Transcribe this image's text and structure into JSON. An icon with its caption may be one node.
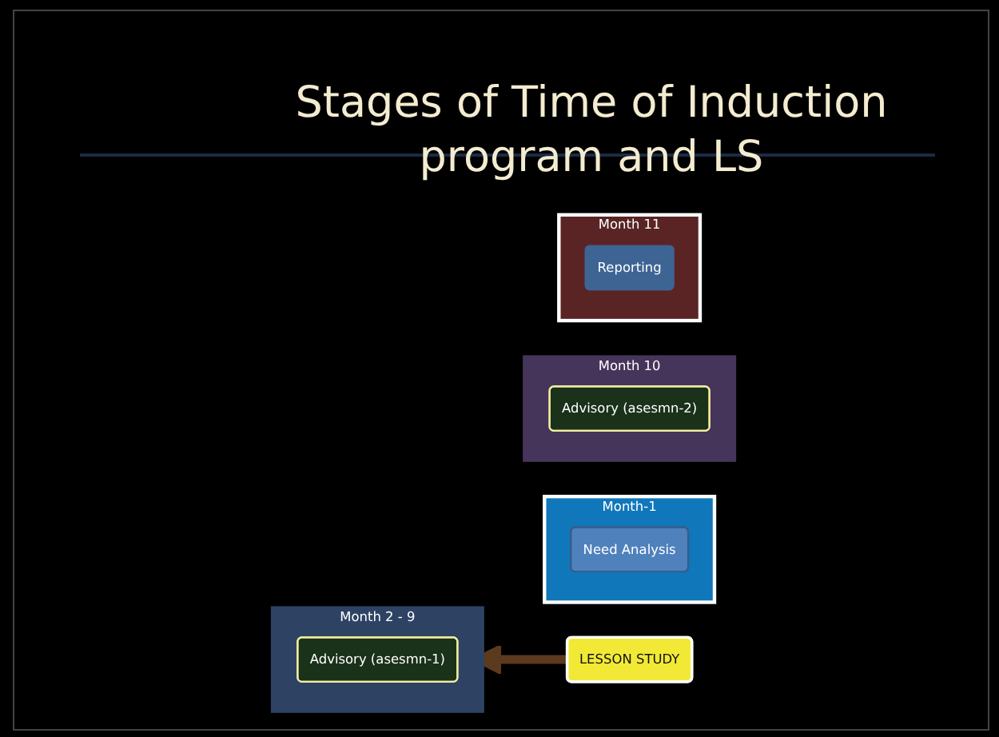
{
  "diagram": {
    "title": "Stages of Time of Induction program and LS",
    "nodes": [
      {
        "text": [
          "Month-1"
        ]
      },
      {
        "text": [
          "Need Analysis"
        ],
        "in": 0
      },
      {
        "text": [
          "Month 2 - 9"
        ]
      },
      {
        "text": [
          "Advisory (asesmn-1)"
        ],
        "in": 2
      },
      {
        "text": [
          "LESSON STUDY"
        ]
      },
      {
        "text": [
          "Month 10"
        ]
      },
      {
        "text": [
          "Advisory (asesmn-2)"
        ],
        "in": 5
      },
      {
        "text": [
          "Month 11"
        ]
      },
      {
        "text": [
          "Reporting"
        ],
        "in": 7
      }
    ],
    "edges": [
      {
        "from": 4,
        "to": 2,
        "arrow": "to",
        "color": "#5c3a1e"
      }
    ]
  }
}
